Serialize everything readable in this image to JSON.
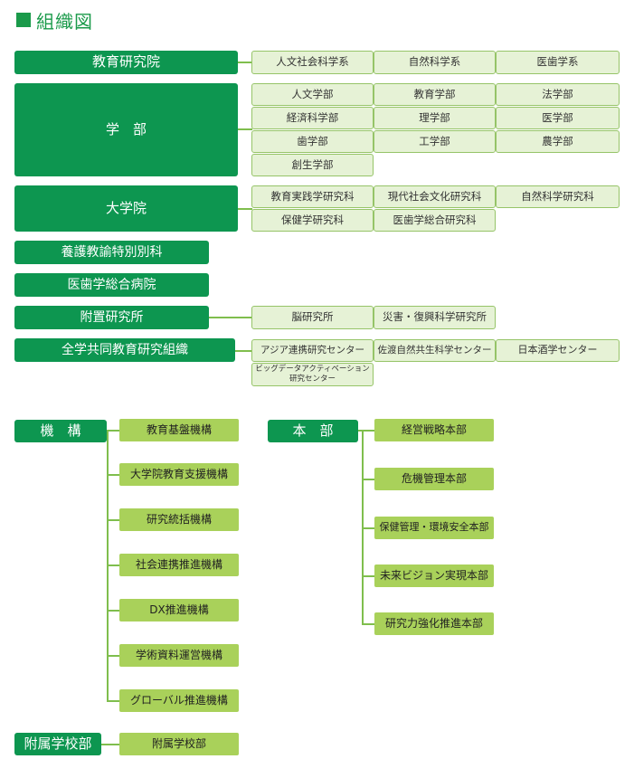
{
  "title": "組織図",
  "colors": {
    "primary_green": "#0d9650",
    "light_green_bg": "#e6f2d6",
    "light_green_border": "#96c468",
    "lime": "#a9d15a",
    "connector": "#7fbe4d"
  },
  "icons": {
    "title_marker": "square-icon"
  },
  "education_research": {
    "label": "教育研究院",
    "items": [
      "人文社会科学系",
      "自然科学系",
      "医歯学系"
    ]
  },
  "faculties": {
    "label": "学　部",
    "items": [
      "人文学部",
      "教育学部",
      "法学部",
      "経済科学部",
      "理学部",
      "医学部",
      "歯学部",
      "工学部",
      "農学部",
      "創生学部"
    ]
  },
  "graduate_school": {
    "label": "大学院",
    "items": [
      "教育実践学研究科",
      "現代社会文化研究科",
      "自然科学研究科",
      "保健学研究科",
      "医歯学総合研究科"
    ]
  },
  "yogo": {
    "label": "養護教諭特別別科"
  },
  "hospital": {
    "label": "医歯学総合病院"
  },
  "institutes": {
    "label": "附置研究所",
    "items": [
      "脳研究所",
      "災害・復興科学研究所"
    ]
  },
  "joint_org": {
    "label": "全学共同教育研究組織",
    "items": [
      "アジア連携研究センター",
      "佐渡自然共生科学センター",
      "日本酒学センター"
    ],
    "bigdata_line1": "ビッグデータアクティベーション",
    "bigdata_line2": "研究センター"
  },
  "kiko": {
    "label": "機　構",
    "items": [
      "教育基盤機構",
      "大学院教育支援機構",
      "研究統括機構",
      "社会連携推進機構",
      "DX推進機構",
      "学術資料運営機構",
      "グローバル推進機構"
    ]
  },
  "honbu": {
    "label": "本　部",
    "items": [
      "経営戦略本部",
      "危機管理本部",
      "保健管理・環境安全本部",
      "未来ビジョン実現本部",
      "研究力強化推進本部"
    ]
  },
  "fuzoku": {
    "label": "附属学校部",
    "item": "附属学校部"
  }
}
